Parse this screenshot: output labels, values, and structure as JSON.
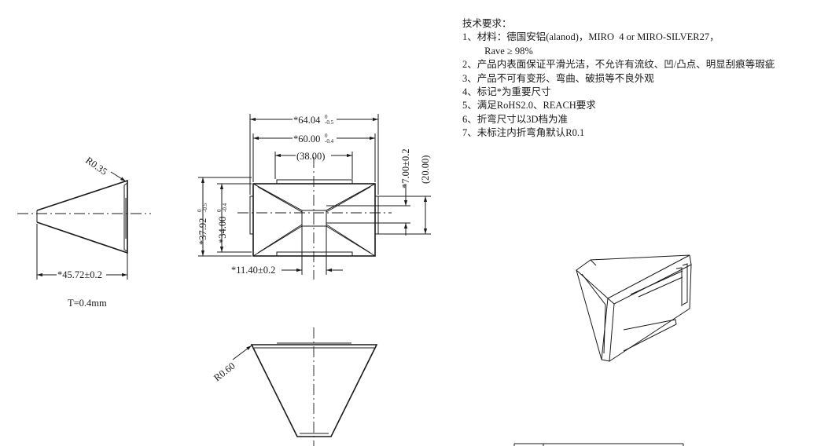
{
  "notes": {
    "heading": "技术要求：",
    "items": [
      "1、材料：德国安铝(alanod)，MIRO  4 or MIRO-SILVER27，",
      "         Rave ≥ 98%",
      "2、产品内表面保证平滑光洁，不允许有流纹、凹/凸点、明显刮痕等瑕疵",
      "3、产品不可有变形、弯曲、破损等不良外观",
      "4、标记*为重要尺寸",
      "5、满足RoHS2.0、REACH要求",
      "6、折弯尺寸以3D档为准",
      "7、未标注内折弯角默认R0.1"
    ]
  },
  "dimensions": {
    "radius_side": "R0.35",
    "length_side": "*45.72±0.2",
    "thickness": "T=0.4mm",
    "width_outer": "*64.04",
    "width_outer_tol": "-0.5",
    "width_outer_tol_up": "0",
    "width_inner": "*60.00",
    "width_inner_tol": "-0.4",
    "width_inner_tol_up": "0",
    "width_ref": "(38.00)",
    "height_outer": "*37.92",
    "height_outer_tol": "-0.5",
    "height_outer_tol_up": "0",
    "height_inner": "*34.00",
    "height_inner_tol": "-0.4",
    "height_inner_tol_up": "0",
    "opening_width": "*11.40±0.2",
    "opening_height": "*7.00±0.2",
    "height_ref": "(20.00)",
    "radius_bottom": "R0.60"
  }
}
